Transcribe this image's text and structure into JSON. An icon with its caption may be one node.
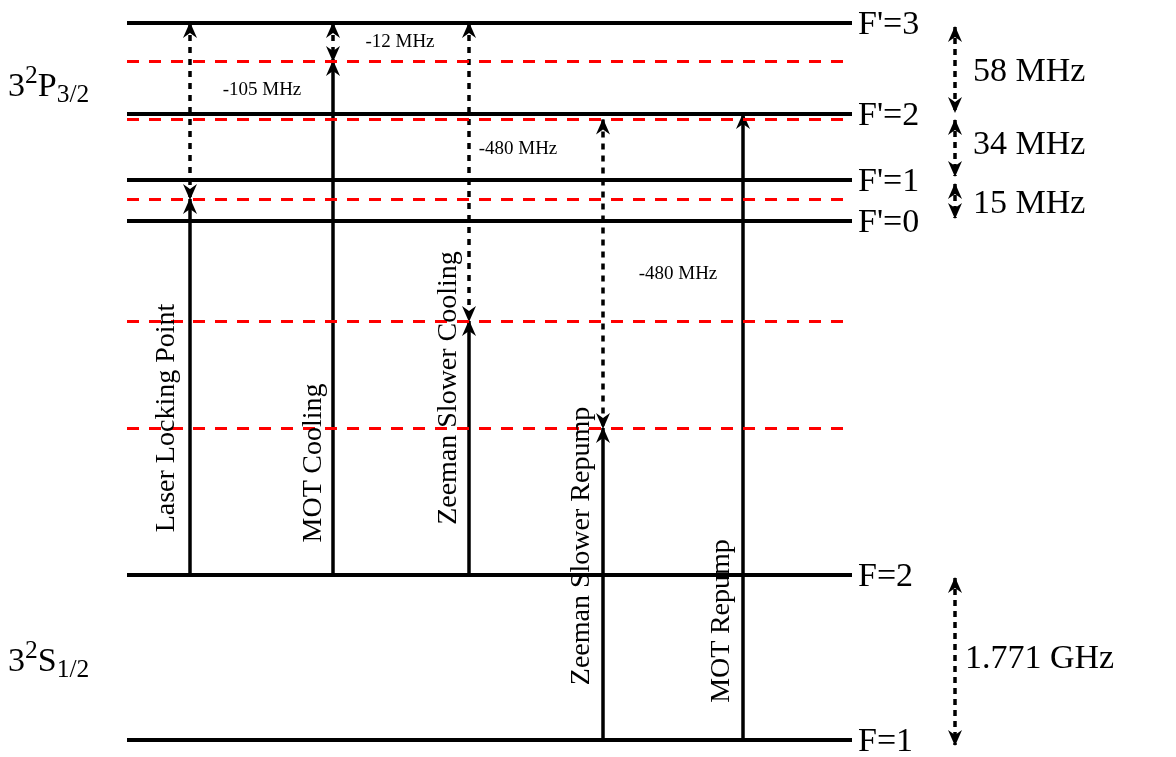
{
  "diagram": {
    "nodes": [
      {
        "text": [
          "F'=3"
        ]
      },
      {
        "text": [],
        "shape": "line"
      },
      {
        "text": [
          "F'=2"
        ]
      },
      {
        "text": [],
        "shape": "line"
      },
      {
        "text": [
          "F'=1"
        ]
      },
      {
        "text": [],
        "shape": "line"
      },
      {
        "text": [
          "F'=0"
        ]
      },
      {
        "text": [],
        "shape": "line"
      },
      {
        "text": [],
        "shape": "line"
      },
      {
        "text": [
          "F=2"
        ]
      },
      {
        "text": [
          "F=1"
        ]
      }
    ],
    "edges": [
      {
        "from": 9,
        "to": 5,
        "arrow": "to",
        "label": "Laser Locking Point"
      },
      {
        "from": 0,
        "to": 5,
        "arrow": "both",
        "style": "dashed",
        "label": "-105 MHz"
      },
      {
        "from": 9,
        "to": 1,
        "arrow": "to",
        "label": "MOT Cooling"
      },
      {
        "from": 0,
        "to": 1,
        "arrow": "both",
        "style": "dashed",
        "label": "-12 MHz"
      },
      {
        "from": 9,
        "to": 7,
        "arrow": "to",
        "label": "Zeeman Slower Cooling"
      },
      {
        "from": 0,
        "to": 7,
        "arrow": "both",
        "style": "dashed",
        "label": "-480 MHz"
      },
      {
        "from": 10,
        "to": 8,
        "arrow": "to",
        "label": "Zeeman Slower Repump"
      },
      {
        "from": 3,
        "to": 8,
        "arrow": "both",
        "style": "dashed",
        "label": "-480 MHz"
      },
      {
        "from": 10,
        "to": 2,
        "arrow": "to",
        "label": "MOT Repump"
      }
    ],
    "labels": [
      "3$^{2}$P$_{3/2}$",
      "3$^{2}$S$_{1/2}$",
      "58 MHz",
      "34 MHz",
      "15 MHz",
      "1.771 GHz"
    ]
  }
}
